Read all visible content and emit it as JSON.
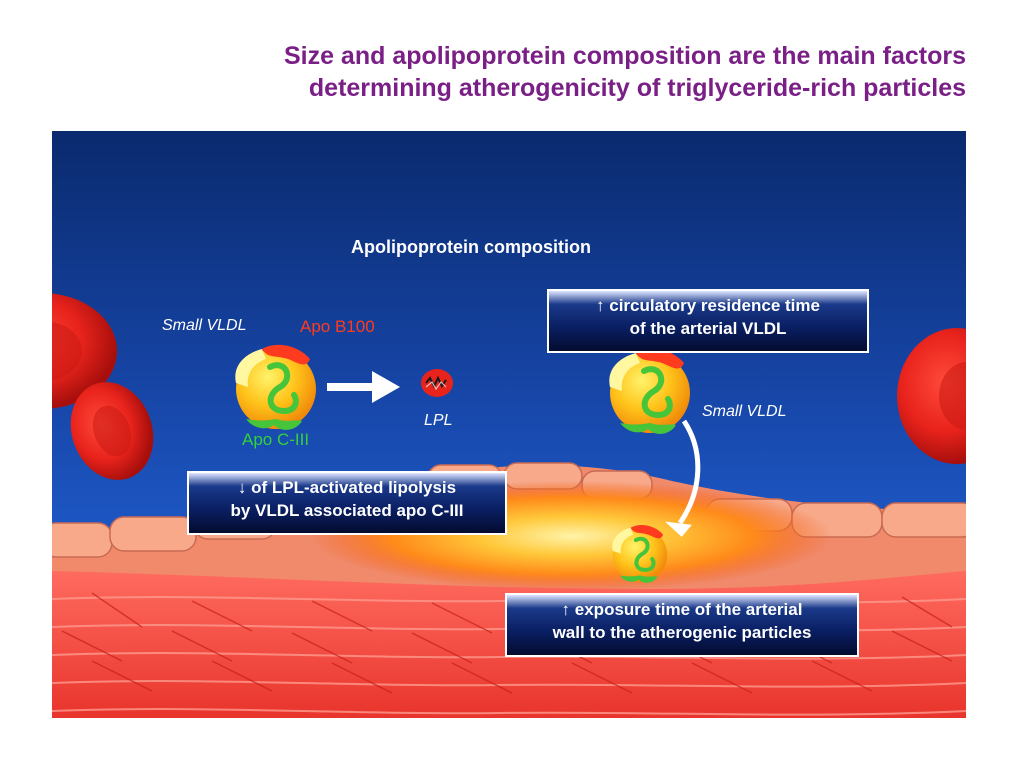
{
  "title": {
    "line1": "Size and apolipoprotein composition are the main factors",
    "line2": "determining atherogenicity of triglyceride-rich particles"
  },
  "diagram": {
    "heading": "Apolipoprotein composition",
    "small_vldl_left": "Small  VLDL",
    "apo_b100": "Apo B100",
    "apo_c3": "Apo C-III",
    "lpl": "LPL",
    "small_vldl_right": "Small  VLDL",
    "box_residence": {
      "line1": "↑ circulatory residence time",
      "line2": "of the arterial VLDL"
    },
    "box_lipolysis": {
      "line1": "↓ of LPL-activated lipolysis",
      "line2": "by VLDL associated apo C-III"
    },
    "box_exposure": {
      "line1": "↑ exposure time of the arterial",
      "line2": "wall to the atherogenic particles"
    }
  },
  "colors": {
    "title": "#7a1f86",
    "apo_b100": "#ff3b1f",
    "apo_c3": "#33d13a",
    "blood_cell": "#e8231c",
    "vessel_wall": "#f25a55"
  }
}
